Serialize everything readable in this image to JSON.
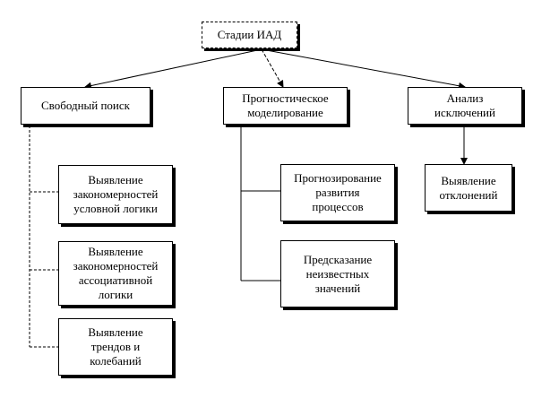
{
  "diagram": {
    "root": "Стадии ИАД",
    "branches": [
      {
        "label": "Свободный поиск",
        "children": [
          "Выявление\nзакономерностей\nусловной логики",
          "Выявление\nзакономерностей\nассоциативной\nлогики",
          "Выявление\nтрендов и\nколебаний"
        ]
      },
      {
        "label": "Прогностическое\nмоделирование",
        "children": [
          "Прогнозирование\nразвития\nпроцессов",
          "Предсказание\nнеизвестных\nзначений"
        ]
      },
      {
        "label": "Анализ\nисключений",
        "children": [
          "Выявление\nотклонений"
        ]
      }
    ]
  }
}
